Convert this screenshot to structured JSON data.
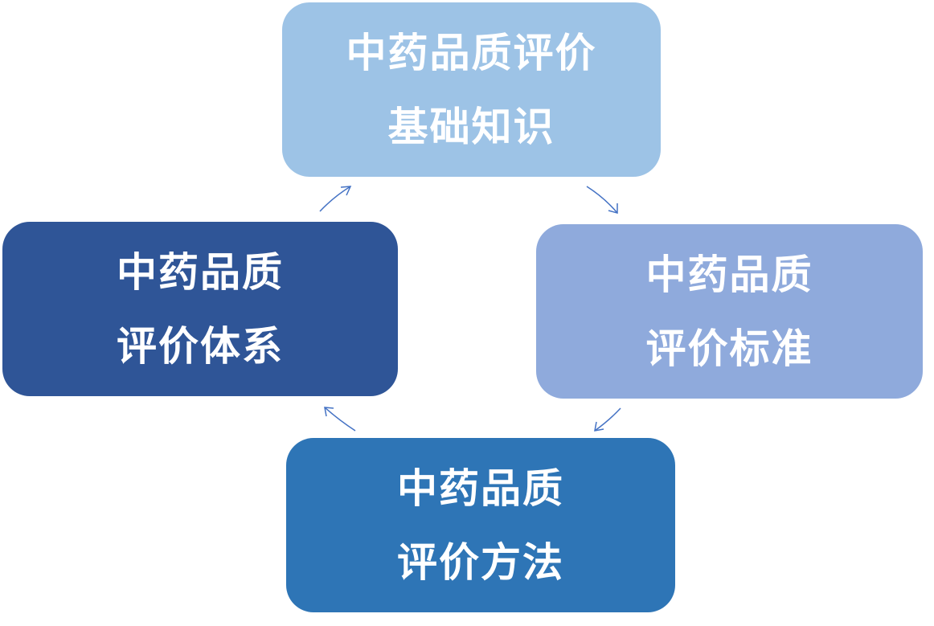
{
  "colors": {
    "top": "#9DC3E6",
    "right": "#8FAADC",
    "bottom": "#2E75B6",
    "left": "#2F5597",
    "arrow": "#4472C4"
  },
  "nodes": {
    "top": {
      "line1": "中药品质评价",
      "line2": "基础知识"
    },
    "right": {
      "line1": "中药品质",
      "line2": "评价标准"
    },
    "bottom": {
      "line1": "中药品质",
      "line2": "评价方法"
    },
    "left": {
      "line1": "中药品质",
      "line2": "评价体系"
    }
  }
}
